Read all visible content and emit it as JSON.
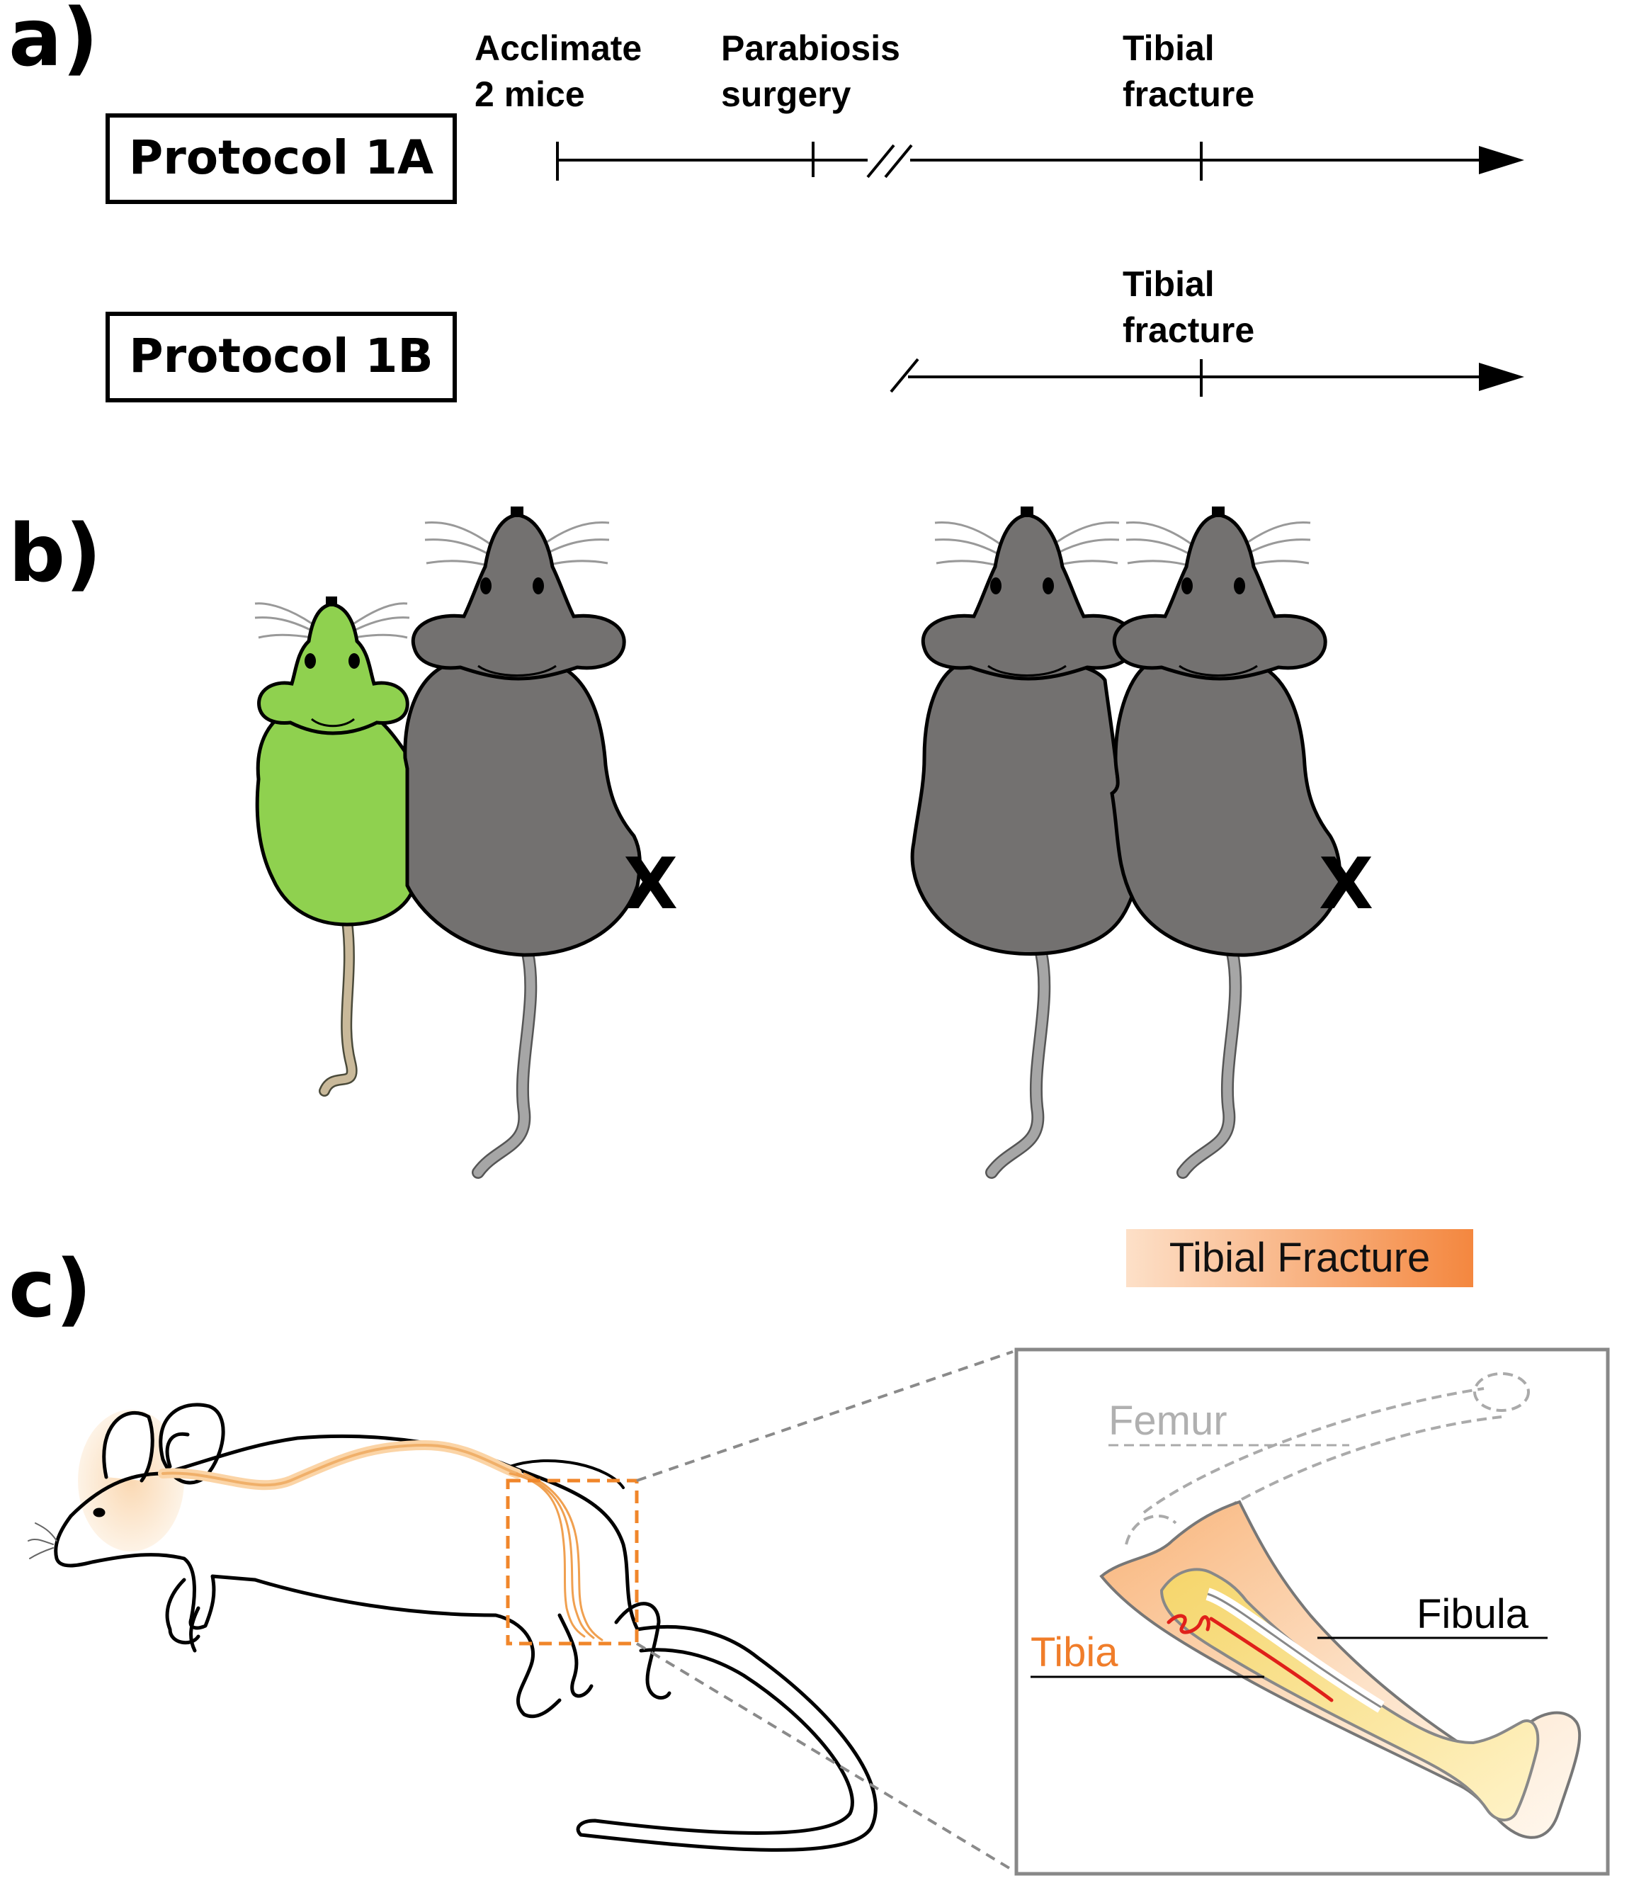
{
  "panel_a": {
    "letter": "a)",
    "protocol_1a": {
      "label": "Protocol 1A",
      "events": [
        {
          "line1": "Acclimate",
          "line2": "2 mice"
        },
        {
          "line1": "Parabiosis",
          "line2": "surgery"
        },
        {
          "line1": "Tibial",
          "line2": "fracture"
        }
      ]
    },
    "protocol_1b": {
      "label": "Protocol 1B",
      "events": [
        {
          "line1": "Tibial",
          "line2": "fracture"
        }
      ]
    }
  },
  "panel_b": {
    "letter": "b)",
    "left_pair_mark": "X",
    "right_pair_mark": "X",
    "colors": {
      "green_mouse": "#8fd14f",
      "gray_mouse": "#737170",
      "tail_gray": "#a6a6a6",
      "tail_tan": "#c9b99a"
    }
  },
  "panel_c": {
    "letter": "c)",
    "legend_label": "Tibial Fracture",
    "femur_label": "Femur",
    "fibula_label": "Fibula",
    "tibia_label": "Tibia",
    "colors": {
      "nerve_orange": "#f0a050",
      "fracture_red": "#e0201a",
      "tibia_label": "#f07d2a",
      "femur_label": "#b0b0b0"
    }
  }
}
